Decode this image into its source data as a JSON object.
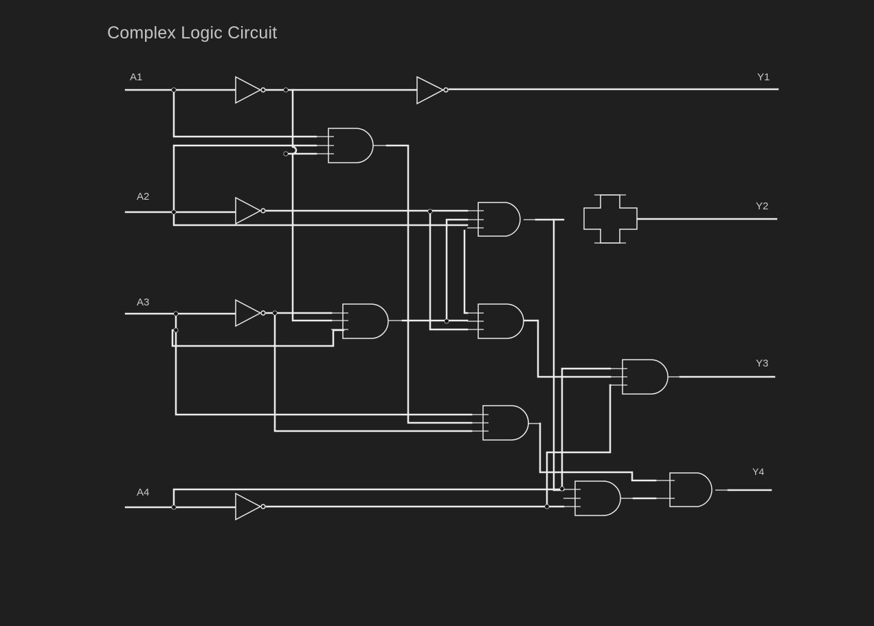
{
  "title": "Complex Logic Circuit",
  "inputs": [
    "A1",
    "A2",
    "A3",
    "A4"
  ],
  "outputs": [
    "Y1",
    "Y2",
    "Y3",
    "Y4"
  ],
  "colors": {
    "background": "#1f1f1f",
    "wire": "#ececec",
    "text": "#c4c4c4"
  }
}
